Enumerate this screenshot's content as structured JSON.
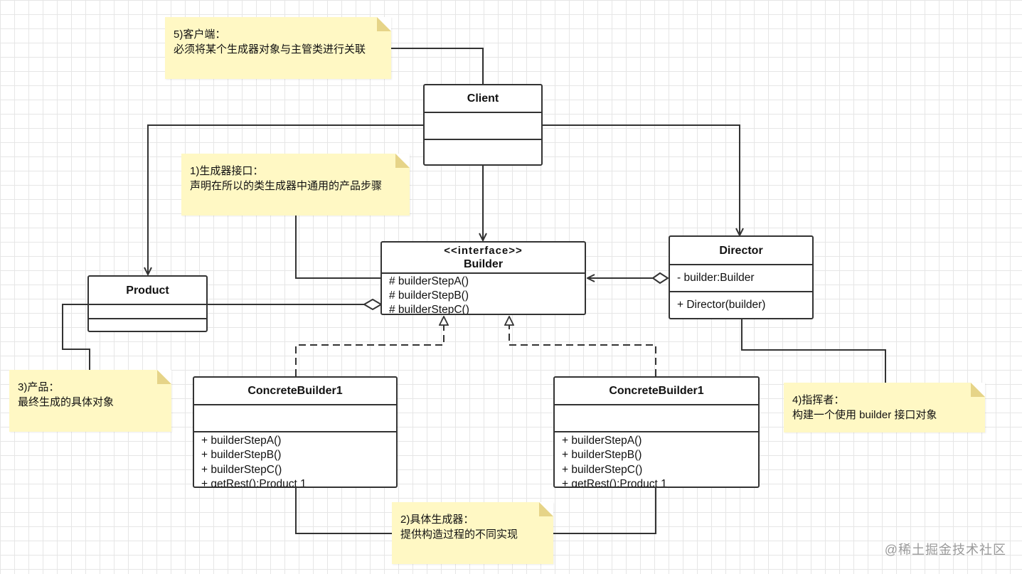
{
  "classes": {
    "client": {
      "name": "Client"
    },
    "builder": {
      "stereotype": "<<interface>>",
      "name": "Builder",
      "methods": [
        "# builderStepA()",
        "# builderStepB()",
        "# builderStepC()"
      ]
    },
    "product": {
      "name": "Product"
    },
    "director": {
      "name": "Director",
      "fields": [
        "- builder:Builder"
      ],
      "methods": [
        "+ Director(builder)"
      ]
    },
    "concrete1": {
      "name": "ConcreteBuilder1",
      "methods": [
        "+ builderStepA()",
        "+ builderStepB()",
        "+ builderStepC()",
        "+ getRest():Product 1"
      ]
    },
    "concrete2": {
      "name": "ConcreteBuilder1",
      "methods": [
        "+ builderStepA()",
        "+ builderStepB()",
        "+ builderStepC()",
        "+ getRest():Product 1"
      ]
    }
  },
  "notes": {
    "client": {
      "title": "5)客户端：",
      "body": "必须将某个生成器对象与主管类进行关联"
    },
    "builder": {
      "title": "1)生成器接口：",
      "body": "声明在所以的类生成器中通用的产品步骤"
    },
    "product": {
      "title": "3)产品：",
      "body": "最终生成的具体对象"
    },
    "concrete": {
      "title": "2)具体生成器：",
      "body": "提供构造过程的不同实现"
    },
    "director": {
      "title": "4)指挥者：",
      "body": "构建一个使用 builder 接口对象"
    }
  },
  "watermark": "@稀土掘金技术社区",
  "colors": {
    "note_fill": "#fff8c4",
    "line": "#333333",
    "grid": "#e6e6e6"
  }
}
